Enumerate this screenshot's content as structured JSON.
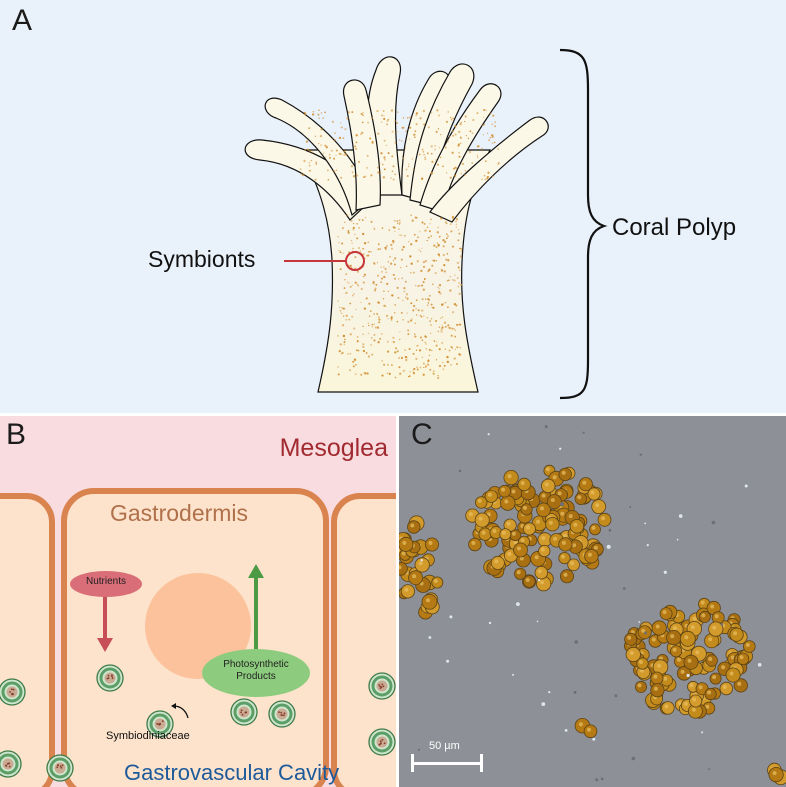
{
  "panel_a": {
    "letter": "A",
    "symbionts_label": "Symbionts",
    "polyp_label": "Coral Polyp",
    "colors": {
      "background": "#e9f1fa",
      "polyp": "#fbf8e8",
      "outline": "#111111",
      "symbiont_dot": "#d08a2a",
      "callout": "#c6363a"
    }
  },
  "panel_b": {
    "letter": "B",
    "mesoglea_label": "Mesoglea",
    "gastrodermis_label": "Gastrodermis",
    "nutrients_label": "Nutrients",
    "products_label": "Photosynthetic Products",
    "symbiodiniaceae_label": "Symbiodiniaceae",
    "cavity_label": "Gastrovascular Cavity",
    "colors": {
      "mesoglea": "#f9dcdf",
      "cell_fill": "#fde3cc",
      "cell_border": "#d9834f",
      "nucleus": "#fbc29c",
      "nutrients": "#d96d78",
      "products": "#8dcc7e",
      "mesoglea_text": "#a12a30",
      "cavity_text": "#1d5a9a"
    }
  },
  "panel_c": {
    "letter": "C",
    "scale_bar_label": "50 µm",
    "colors": {
      "background": "#8e9097",
      "cell": "#c38a1c",
      "scale_bar": "#ffffff"
    }
  }
}
